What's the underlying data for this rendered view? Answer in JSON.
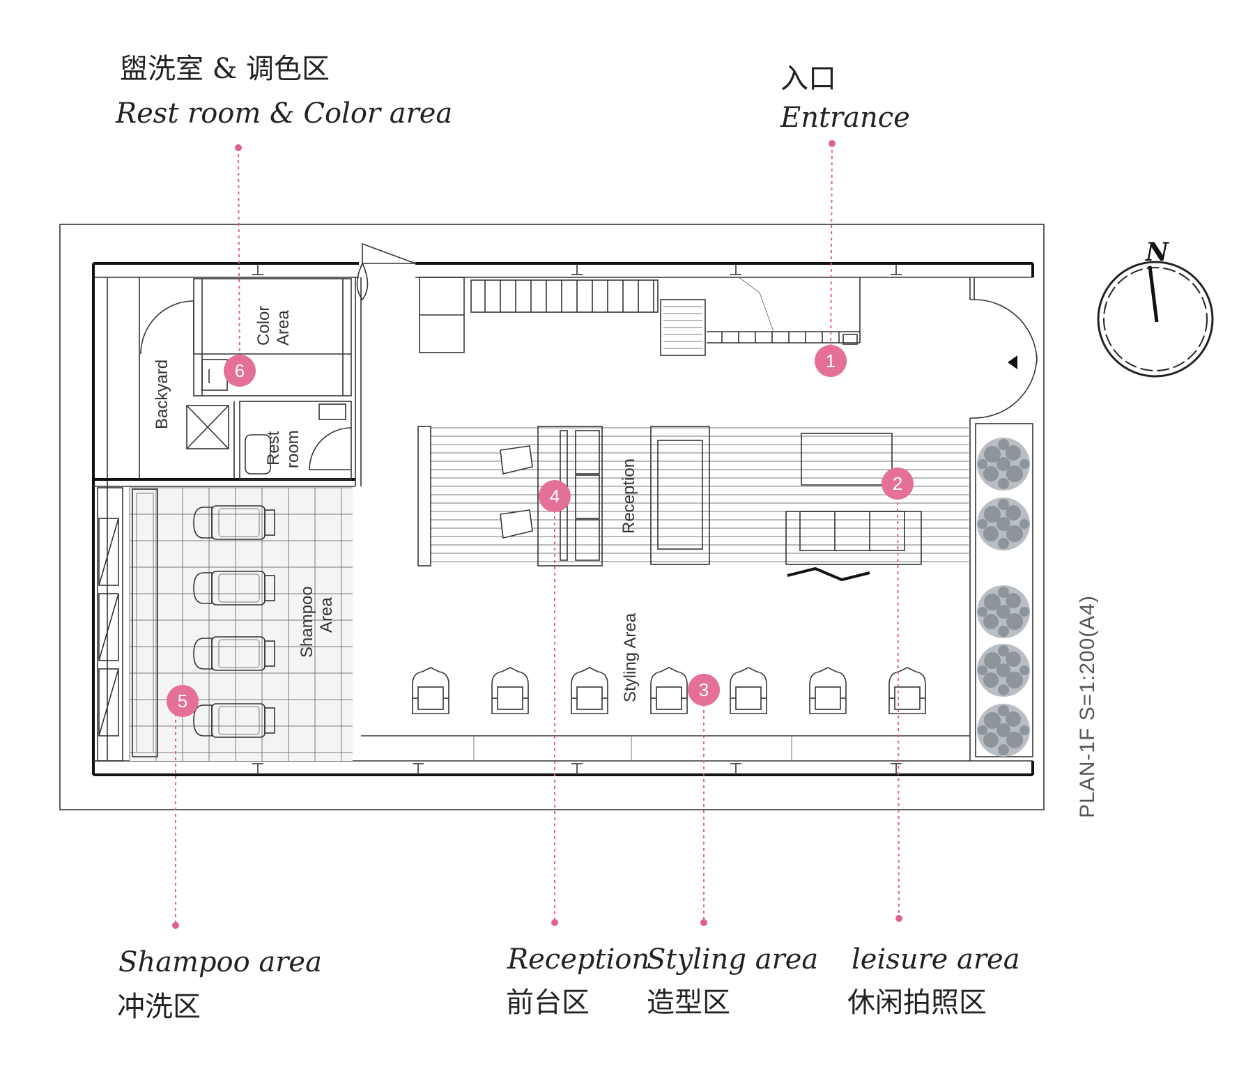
{
  "labels": {
    "restroom_color": {
      "cn": "盥洗室 & 调色区",
      "en": "Rest room & Color area",
      "marker": "6"
    },
    "entrance": {
      "cn": "入口",
      "en": "Entrance",
      "marker": "1"
    },
    "leisure": {
      "cn": "休闲拍照区",
      "en": "leisure area",
      "marker": "2"
    },
    "styling": {
      "cn": "造型区",
      "en": "Styling area",
      "marker": "3"
    },
    "reception": {
      "cn": "前台区",
      "en": "Reception",
      "marker": "4"
    },
    "shampoo": {
      "cn": "冲洗区",
      "en": "Shampoo area",
      "marker": "5"
    }
  },
  "rooms": {
    "color_area_1": "Color",
    "color_area_2": "Area",
    "backyard": "Backyard",
    "rest_room_1": "Rest",
    "rest_room_2": "room",
    "reception": "Reception",
    "shampoo_area_1": "Shampoo",
    "shampoo_area_2": "Area",
    "styling_area": "Styling Area"
  },
  "plan_label": "PLAN-1F S=1:200(A4)",
  "compass": {
    "north": "N"
  },
  "colors": {
    "accent": "#e0608e",
    "marker": "#e4709a",
    "wall": "#111111"
  }
}
